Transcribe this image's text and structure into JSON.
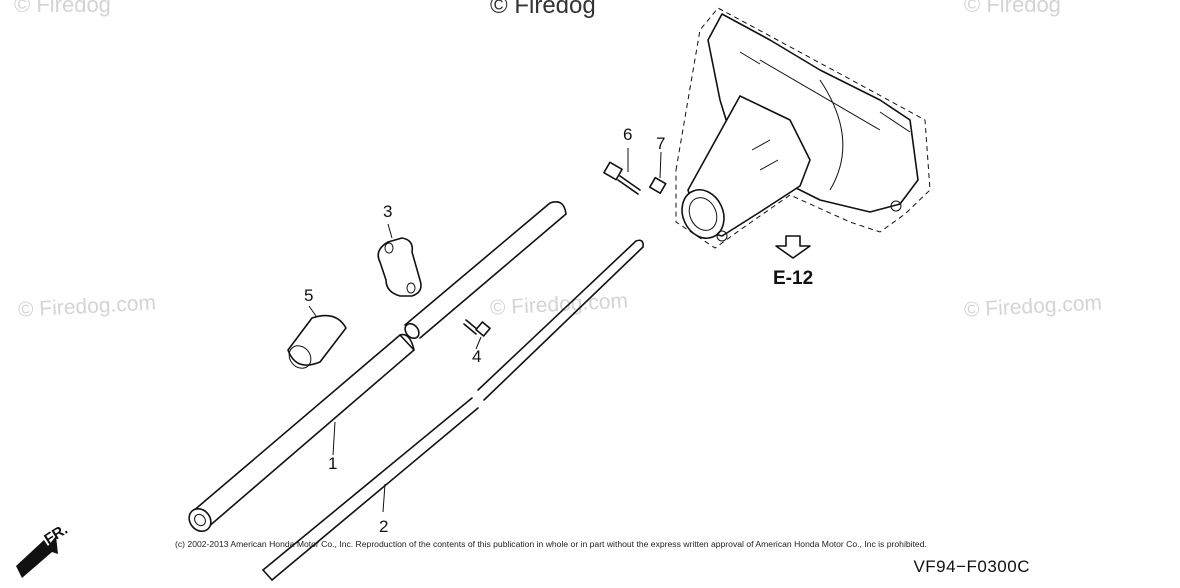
{
  "watermarks": [
    {
      "id": "wm-top-left",
      "text": "© Firedog"
    },
    {
      "id": "wm-top-center",
      "text": "© Firedog"
    },
    {
      "id": "wm-top-right",
      "text": "© Firedog"
    },
    {
      "id": "wm-mid-left",
      "text": "© Firedog.com"
    },
    {
      "id": "wm-mid-center",
      "text": "© Firedog.com"
    },
    {
      "id": "wm-mid-right",
      "text": "© Firedog.com"
    }
  ],
  "callouts": {
    "c1": "1",
    "c2": "2",
    "c3": "3",
    "c4": "4",
    "c5": "5",
    "c6": "6",
    "c7": "7"
  },
  "reference": "E-12",
  "copyright": "(c) 2002-2013 American Honda Motor Co., Inc. Reproduction of the contents of this publication in whole or in part without the express written approval of American Honda Motor Co., Inc is prohibited.",
  "diagram_code": "VF94−F0300C",
  "front_label": "FR.",
  "icons": {
    "front": "front-arrow-icon",
    "reference": "down-arrow-icon"
  }
}
